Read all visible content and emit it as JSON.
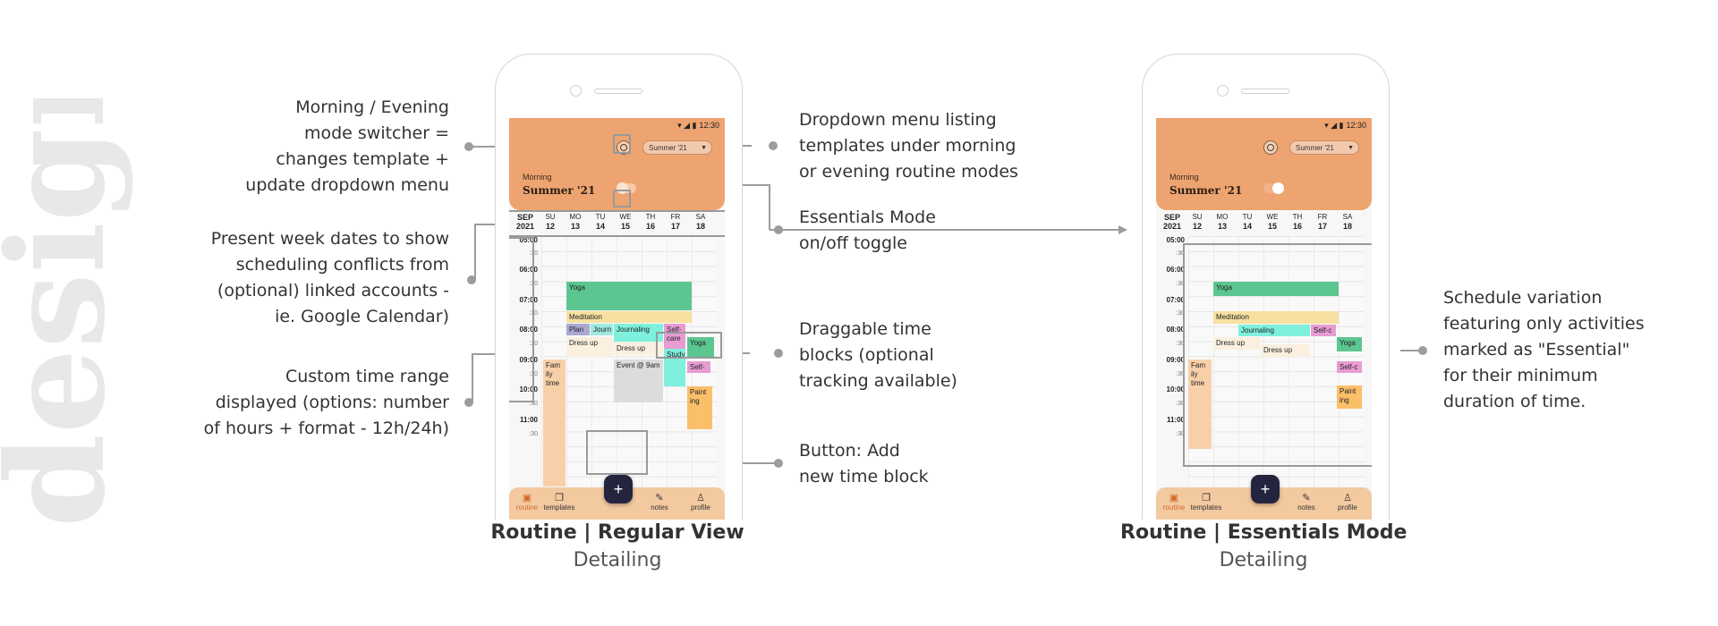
{
  "side_word": "design",
  "annotations": {
    "mode_switcher": [
      "Morning / Evening",
      "mode switcher =",
      "changes template +",
      "update dropdown menu"
    ],
    "week_dates": [
      "Present week dates to show",
      "scheduling conflicts from",
      "(optional) linked accounts -",
      "ie. Google Calendar)"
    ],
    "time_range": [
      "Custom time range",
      "displayed (options: number",
      "of hours + format - 12h/24h)"
    ],
    "dropdown": [
      "Dropdown menu listing",
      "templates under morning",
      "or evening routine modes"
    ],
    "essentials_toggle": [
      "Essentials Mode",
      "on/off toggle"
    ],
    "draggable": [
      "Draggable time",
      "blocks (optional",
      "tracking available)"
    ],
    "add_button": [
      "Button: Add",
      "new time block"
    ],
    "variation": [
      "Schedule variation",
      "featuring only activities",
      "marked as \"Essential\"",
      "for their minimum",
      "duration of time."
    ]
  },
  "captions": {
    "regular": {
      "title": "Routine | Regular View",
      "subtitle": "Detailing"
    },
    "essentials": {
      "title": "Routine | Essentials Mode",
      "subtitle": "Detailing"
    }
  },
  "phone_common": {
    "status_time": "12:30",
    "template_dropdown": "Summer '21",
    "mode_label": "Morning",
    "template_name": "Summer '21",
    "month": "SEP",
    "year": "2021",
    "week": [
      {
        "day": "SU",
        "date": "12"
      },
      {
        "day": "MO",
        "date": "13"
      },
      {
        "day": "TU",
        "date": "14"
      },
      {
        "day": "WE",
        "date": "15"
      },
      {
        "day": "TH",
        "date": "16"
      },
      {
        "day": "FR",
        "date": "17"
      },
      {
        "day": "SA",
        "date": "18"
      }
    ],
    "times": [
      "05:00",
      ":30",
      "06:00",
      ":30",
      "07:00",
      ":30",
      "08:00",
      ":30",
      "09:00",
      ":30",
      "10:00",
      ":30",
      "11:00",
      ":30"
    ],
    "nav": [
      {
        "label": "routine",
        "icon": "calendar-icon"
      },
      {
        "label": "templates",
        "icon": "templates-icon"
      },
      {
        "label": "notes",
        "icon": "notes-icon"
      },
      {
        "label": "profile",
        "icon": "profile-icon"
      }
    ],
    "fab": "+"
  },
  "regular_blocks": {
    "yoga": "Yoga",
    "meditation": "Meditation",
    "plan": "Plan",
    "journ": "Journ",
    "journaling": "Journaling",
    "selfcare": "Self-care",
    "dressup1": "Dress up",
    "dressup2": "Dress up",
    "study": "Study",
    "yoga_sa": "Yoga",
    "selfc": "Self-c",
    "familytime": "Fam ily time",
    "event": "Event @ 9am",
    "painting": "Paint ing"
  },
  "essential_blocks": {
    "yoga": "Yoga",
    "meditation": "Meditation",
    "journaling": "Journaling",
    "selfc_fr": "Self-c",
    "dressup1": "Dress up",
    "dressup2": "Dress up",
    "yoga_sa": "Yoga",
    "selfc_sa": "Self-c",
    "familytime": "Fam ily time",
    "painting": "Paint ing"
  },
  "colors": {
    "header": "#eea470",
    "nav": "#f3c9a0",
    "fab": "#25243f",
    "yoga": "#5cc690",
    "meditation": "#f8e0a0",
    "journaling": "#7ef0dc",
    "selfcare": "#e89cd2",
    "family": "#f7d0aa",
    "event": "#dcdcdc",
    "painting": "#fbbf6a"
  }
}
